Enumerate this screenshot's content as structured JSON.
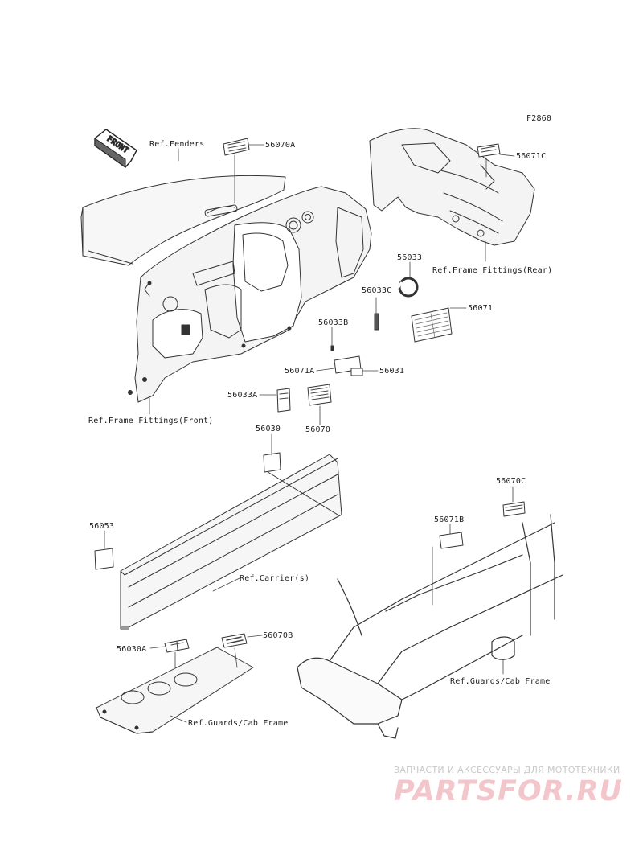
{
  "diagram_id": "F2860",
  "front_label": "FRONT",
  "labels": {
    "ref_fenders": "Ref.Fenders",
    "p56070A": "56070A",
    "p56071C": "56071C",
    "p56033": "56033",
    "ref_frame_rear": "Ref.Frame Fittings(Rear)",
    "p56033C": "56033C",
    "p56071": "56071",
    "p56033B": "56033B",
    "p56071A": "56071A",
    "p56031": "56031",
    "p56033A": "56033A",
    "p56070": "56070",
    "ref_frame_front": "Ref.Frame Fittings(Front)",
    "p56030": "56030",
    "p56070C": "56070C",
    "p56053": "56053",
    "p56071B": "56071B",
    "ref_carrier": "Ref.Carrier(s)",
    "p56030A": "56030A",
    "p56070B": "56070B",
    "ref_guards_right": "Ref.Guards/Cab Frame",
    "ref_guards_left": "Ref.Guards/Cab Frame"
  },
  "watermark": {
    "line1": "ЗАПЧАСТИ И АКСЕССУАРЫ ДЛЯ МОТОТЕХНИКИ",
    "line2": "PARTSFOR.RU"
  }
}
